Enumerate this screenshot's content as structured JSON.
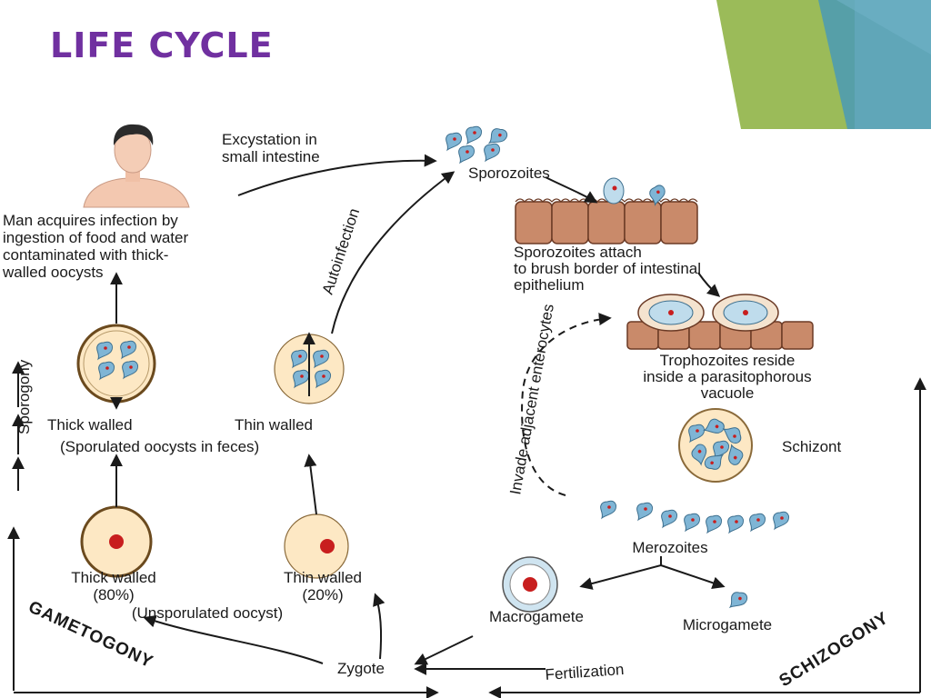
{
  "slide": {
    "title": "LIFE CYCLE"
  },
  "colors": {
    "title": "#7030a0",
    "accent_green": "#9bbb59",
    "accent_teal": "#4f9cb0",
    "cell_fill": "#c98a6a",
    "parasite": "#7fb5d5",
    "nucleus": "#c81e1e",
    "oocyst": "#fde8c4"
  },
  "diagram": {
    "excystation": "Excystation in",
    "excystation2": "small intestine",
    "sporozoites": "Sporozoites",
    "man1": "Man acquires infection by",
    "man2": "ingestion of food and water",
    "man3": "contaminated with thick-",
    "man4": "walled oocysts",
    "autoinfection": "Autoinfection",
    "attach1": "Sporozoites attach",
    "attach2": "to brush border of intestinal",
    "attach3": "epithelium",
    "invade": "Invade adjacent enterocytes",
    "tropho1": "Trophozoites reside",
    "tropho2": "inside a parasitophorous",
    "tropho3": "vacuole",
    "schizont": "Schizont",
    "sporogony": "Sporogony",
    "thick_walled_top": "Thick walled",
    "thin_walled_top": "Thin walled",
    "sporulated": "(Sporulated oocysts in feces)",
    "merozoites": "Merozoites",
    "thick_walled_bottom": "Thick walled",
    "thick_pct": "(80%)",
    "thin_walled_bottom": "Thin walled",
    "thin_pct": "(20%)",
    "unsporulated": "(Unsporulated oocyst)",
    "macrogamete": "Macrogamete",
    "microgamete": "Microgamete",
    "gametogony": "GAMETOGONY",
    "zygote": "Zygote",
    "fertilization": "Fertilization",
    "schizogony": "SCHIZOGONY"
  }
}
